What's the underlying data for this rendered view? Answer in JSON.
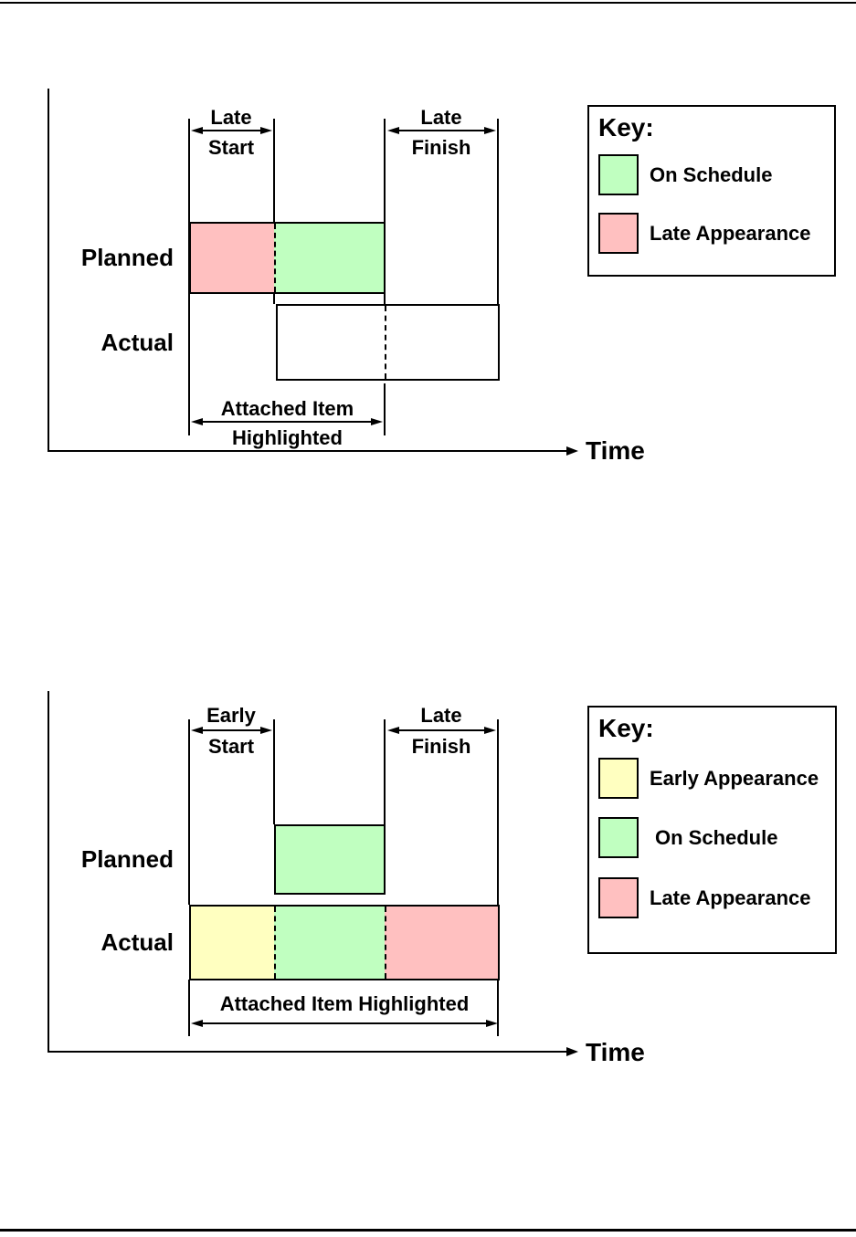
{
  "colors": {
    "on_schedule": "#c0ffc0",
    "late_appearance": "#ffc0c0",
    "early_appearance": "#ffffc0",
    "line": "#000000"
  },
  "figure_top": {
    "dim_left_top": "Late",
    "dim_left_bottom": "Start",
    "dim_right_top": "Late",
    "dim_right_bottom": "Finish",
    "planned_label": "Planned",
    "actual_label": "Actual",
    "attached_line1": "Attached Item",
    "attached_line2": "Highlighted",
    "time_label": "Time",
    "key": {
      "title": "Key:",
      "items": [
        {
          "label": "On Schedule",
          "color": "#c0ffc0"
        },
        {
          "label": "Late Appearance",
          "color": "#ffc0c0"
        }
      ]
    }
  },
  "figure_bottom": {
    "dim_left_top": "Early",
    "dim_left_bottom": "Start",
    "dim_right_top": "Late",
    "dim_right_bottom": "Finish",
    "planned_label": "Planned",
    "actual_label": "Actual",
    "attached_line1": "Attached Item Highlighted",
    "time_label": "Time",
    "key": {
      "title": "Key:",
      "items": [
        {
          "label": "Early Appearance",
          "color": "#ffffc0"
        },
        {
          "label": "On Schedule",
          "color": "#c0ffc0"
        },
        {
          "label": "Late Appearance",
          "color": "#ffc0c0"
        }
      ]
    }
  }
}
